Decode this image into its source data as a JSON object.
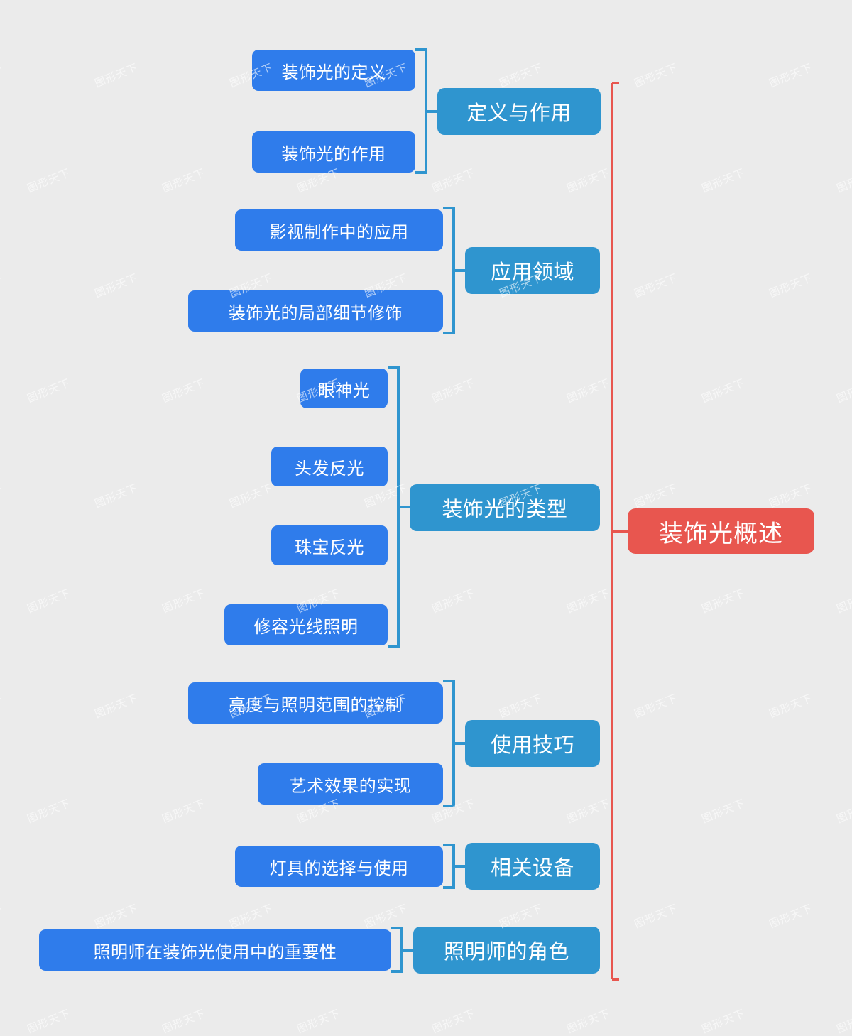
{
  "diagram": {
    "type": "mindmap",
    "title": "装饰光概述",
    "orientation": "right-to-left",
    "background_color": "#ebebeb",
    "colors": {
      "root": "#e8564f",
      "level1": "#2f95cf",
      "level2": "#2f7ceb",
      "root_connector": "#e8564f",
      "level1_connector": "#2f95cf",
      "text": "#ffffff"
    }
  },
  "watermark": {
    "text": "图形天下",
    "color": "#ffffff"
  },
  "root": {
    "label": "装饰光概述"
  },
  "branches": [
    {
      "id": "branch-definition-and-role",
      "label": "定义与作用",
      "children": [
        {
          "label": "装饰光的定义"
        },
        {
          "label": "装饰光的作用"
        }
      ]
    },
    {
      "id": "branch-application-fields",
      "label": "应用领域",
      "children": [
        {
          "label": "影视制作中的应用"
        },
        {
          "label": "装饰光的局部细节修饰"
        }
      ]
    },
    {
      "id": "branch-decorative-light-types",
      "label": "装饰光的类型",
      "children": [
        {
          "label": "眼神光"
        },
        {
          "label": "头发反光"
        },
        {
          "label": "珠宝反光"
        },
        {
          "label": "修容光线照明"
        }
      ]
    },
    {
      "id": "branch-usage-techniques",
      "label": "使用技巧",
      "children": [
        {
          "label": "亮度与照明范围的控制"
        },
        {
          "label": "艺术效果的实现"
        }
      ]
    },
    {
      "id": "branch-related-equipment",
      "label": "相关设备",
      "children": [
        {
          "label": "灯具的选择与使用"
        }
      ]
    },
    {
      "id": "branch-lighting-designer-role",
      "label": "照明师的角色",
      "children": [
        {
          "label": "照明师在装饰光使用中的重要性"
        }
      ]
    }
  ]
}
